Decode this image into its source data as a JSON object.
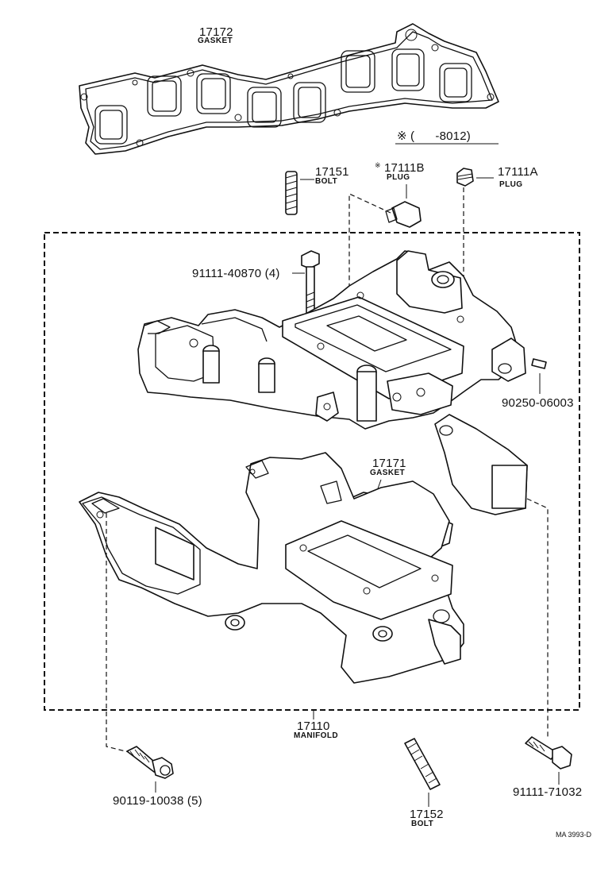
{
  "parts": {
    "gasket_top": {
      "number": "17172",
      "name": "GASKET"
    },
    "note": {
      "symbol": "※",
      "text": "(      -8012)"
    },
    "bolt_17151": {
      "number": "17151",
      "name": "BOLT"
    },
    "plug_b": {
      "marker": "※",
      "number": "17111B",
      "name": "PLUG"
    },
    "plug_a": {
      "number": "17111A",
      "name": "PLUG"
    },
    "bolt_40870": {
      "number": "91111-40870 (4)"
    },
    "pin_06003": {
      "number": "90250-06003"
    },
    "gasket_mid": {
      "number": "17171",
      "name": "GASKET"
    },
    "manifold": {
      "number": "17110",
      "name": "MANIFOLD"
    },
    "bolt_10038": {
      "number": "90119-10038 (5)"
    },
    "bolt_17152": {
      "number": "17152",
      "name": "BOLT"
    },
    "bolt_71032": {
      "number": "91111-71032"
    }
  },
  "ref_code": "MA 3993-D"
}
